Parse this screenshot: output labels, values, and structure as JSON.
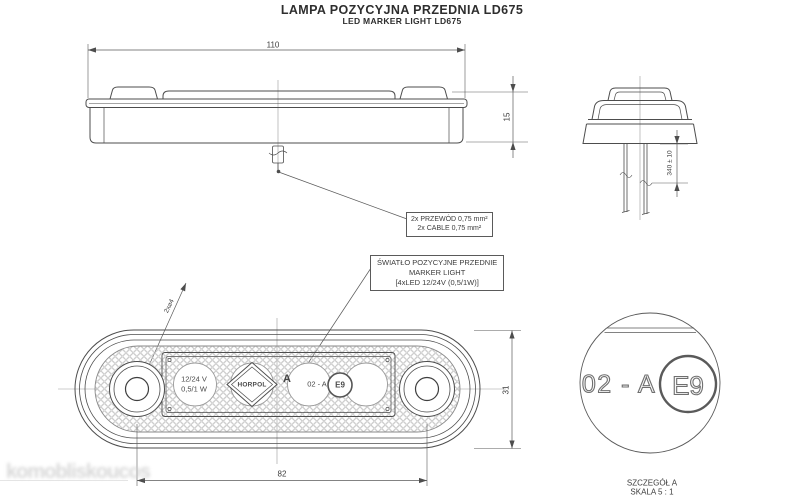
{
  "title": {
    "line1": "LAMPA POZYCYJNA PRZEDNIA LD675",
    "line2": "LED MARKER LIGHT LD675"
  },
  "dimensions": {
    "width_top": "110",
    "height_side": "15",
    "cable_length": "340 ± 10",
    "hole_spacing": "82",
    "body_height": "31",
    "mounting_holes": "2x⌀4"
  },
  "notes": {
    "cable": {
      "line1": "2x PRZEWÓD 0,75 mm²",
      "line2": "2x CABLE 0,75 mm²"
    },
    "function": {
      "line1": "ŚWIATŁO POZYCYJNE PRZEDNIE",
      "line2": "MARKER LIGHT",
      "line3": "[4xLED 12/24V (0,5/1W)]"
    }
  },
  "markings": {
    "voltage": "12/24 V",
    "power": "0,5/1 W",
    "brand": "HORPOL",
    "detail_letter": "A",
    "approval": "02 - A",
    "e_mark": "E9"
  },
  "detail": {
    "approval": "02 - A",
    "e_mark": "E9",
    "caption_line1": "SZCZEGÓŁ A",
    "caption_line2": "SKALA 5 : 1"
  },
  "watermark": "komobliskoucos",
  "colors": {
    "line": "#4d4d4d",
    "thin_line": "#9a9a9a",
    "texture": "#c6c6c6",
    "text": "#3c3c3c",
    "watermark": "#cccccc",
    "background": "#ffffff"
  }
}
